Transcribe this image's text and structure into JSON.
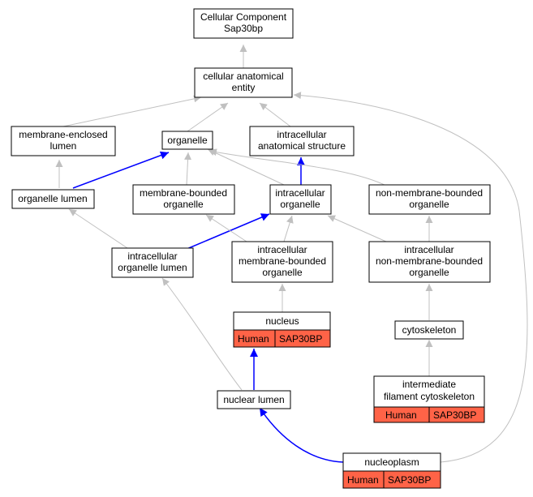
{
  "colors": {
    "edge_gray": "#c0c0c0",
    "edge_blue": "#0000ff",
    "badge_fill": "#ff6347",
    "node_border": "#000000",
    "background": "#ffffff"
  },
  "nodes": {
    "root": [
      "Cellular Component",
      "Sap30bp"
    ],
    "cae": [
      "cellular anatomical",
      "entity"
    ],
    "mel": [
      "membrane-enclosed",
      "lumen"
    ],
    "organelle": [
      "organelle"
    ],
    "ias": [
      "intracellular",
      "anatomical structure"
    ],
    "ol": [
      "organelle lumen"
    ],
    "mbo": [
      "membrane-bounded",
      "organelle"
    ],
    "io": [
      "intracellular",
      "organelle"
    ],
    "nmbo": [
      "non-membrane-bounded",
      "organelle"
    ],
    "iol": [
      "intracellular",
      "organelle lumen"
    ],
    "imbo": [
      "intracellular",
      "membrane-bounded",
      "organelle"
    ],
    "inmbo": [
      "intracellular",
      "non-membrane-bounded",
      "organelle"
    ],
    "nucleus": [
      "nucleus"
    ],
    "cytoskeleton": [
      "cytoskeleton"
    ],
    "nl": [
      "nuclear lumen"
    ],
    "ifc": [
      "intermediate",
      "filament cytoskeleton"
    ],
    "np": [
      "nucleoplasm"
    ]
  },
  "badges": {
    "nucleus": [
      "Human",
      "SAP30BP"
    ],
    "ifc": [
      "Human",
      "SAP30BP"
    ],
    "np": [
      "Human",
      "SAP30BP"
    ]
  }
}
